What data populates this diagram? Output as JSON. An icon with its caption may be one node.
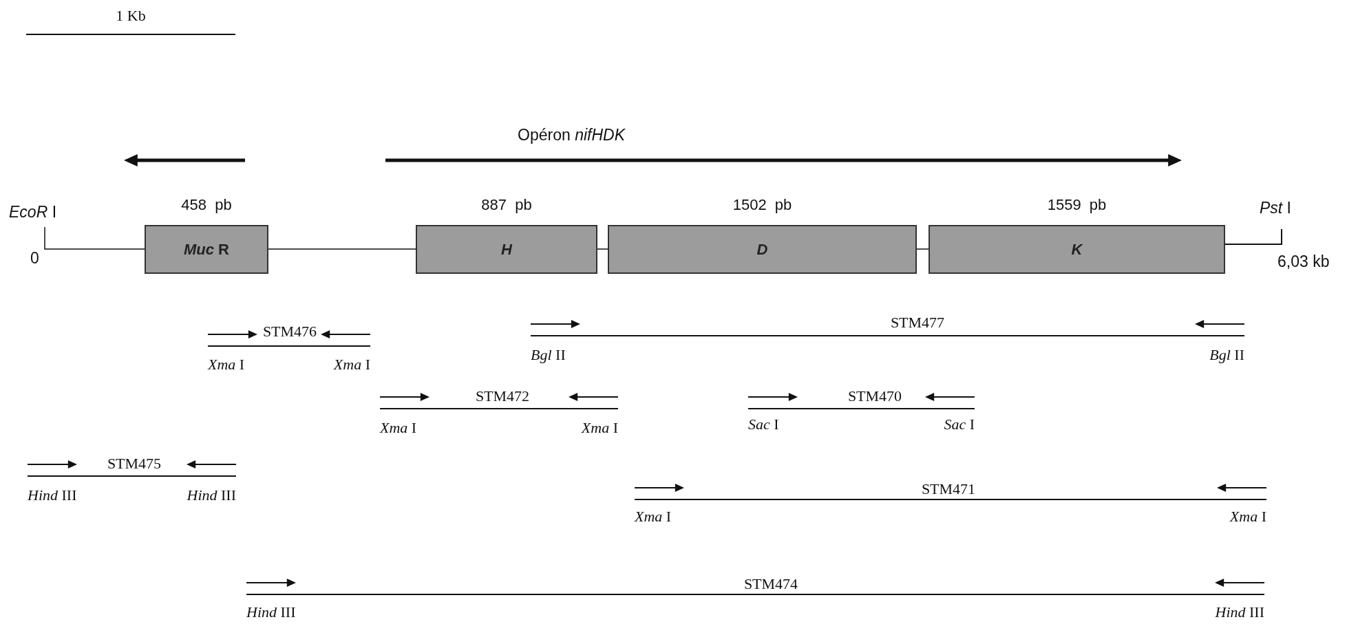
{
  "diagram": {
    "nodes": [
      {
        "text": [
          "*Muc* R"
        ],
        "beside": [
          "458  pb"
        ]
      },
      {
        "text": [
          "*H*"
        ],
        "beside": [
          "887  pb"
        ]
      },
      {
        "text": [
          "*D*"
        ],
        "beside": [
          "1502  pb"
        ]
      },
      {
        "text": [
          "*K*"
        ],
        "beside": [
          "1559  pb"
        ]
      }
    ],
    "edges": [
      {
        "from": 0,
        "to": 1,
        "arrow": "none"
      },
      {
        "from": 1,
        "to": 2,
        "arrow": "none"
      },
      {
        "from": 2,
        "to": 3,
        "arrow": "none"
      }
    ],
    "labels": [
      "1 Kb",
      "Opéron *nifHDK*",
      "*EcoR* I",
      "*Pst* I",
      "0",
      "6,03 kb",
      "STM476",
      "STM477",
      "*Xma* I",
      "*Xma* I",
      "*Bgl* II",
      "*Bgl* II",
      "STM472",
      "STM470",
      "*Xma* I",
      "*Xma* I",
      "*Sac* I",
      "*Sac* I",
      "STM475",
      "*Hind* III",
      "*Hind* III",
      "STM471",
      "*Xma* I",
      "*Xma* I",
      "STM474",
      "*Hind* III",
      "*Hind* III"
    ]
  }
}
